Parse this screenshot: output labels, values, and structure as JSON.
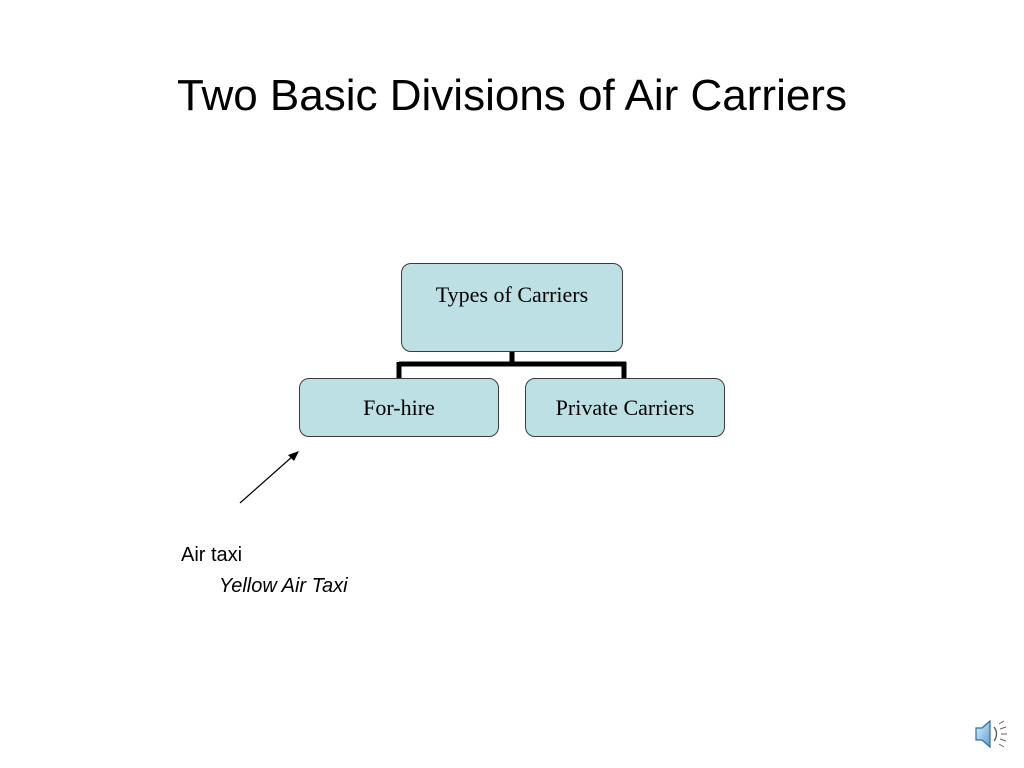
{
  "slide": {
    "title": "Two Basic Divisions of Air Carriers"
  },
  "diagram": {
    "root": {
      "label": "Types of Carriers"
    },
    "children": [
      {
        "label": "For-hire"
      },
      {
        "label": "Private Carriers"
      }
    ],
    "box_fill": "#bde0e4",
    "box_border": "#3a3a3a"
  },
  "annotation": {
    "heading": "Air taxi",
    "example": "Yellow Air Taxi"
  },
  "icons": {
    "speaker": "speaker-icon",
    "arrow": "arrow-icon"
  }
}
